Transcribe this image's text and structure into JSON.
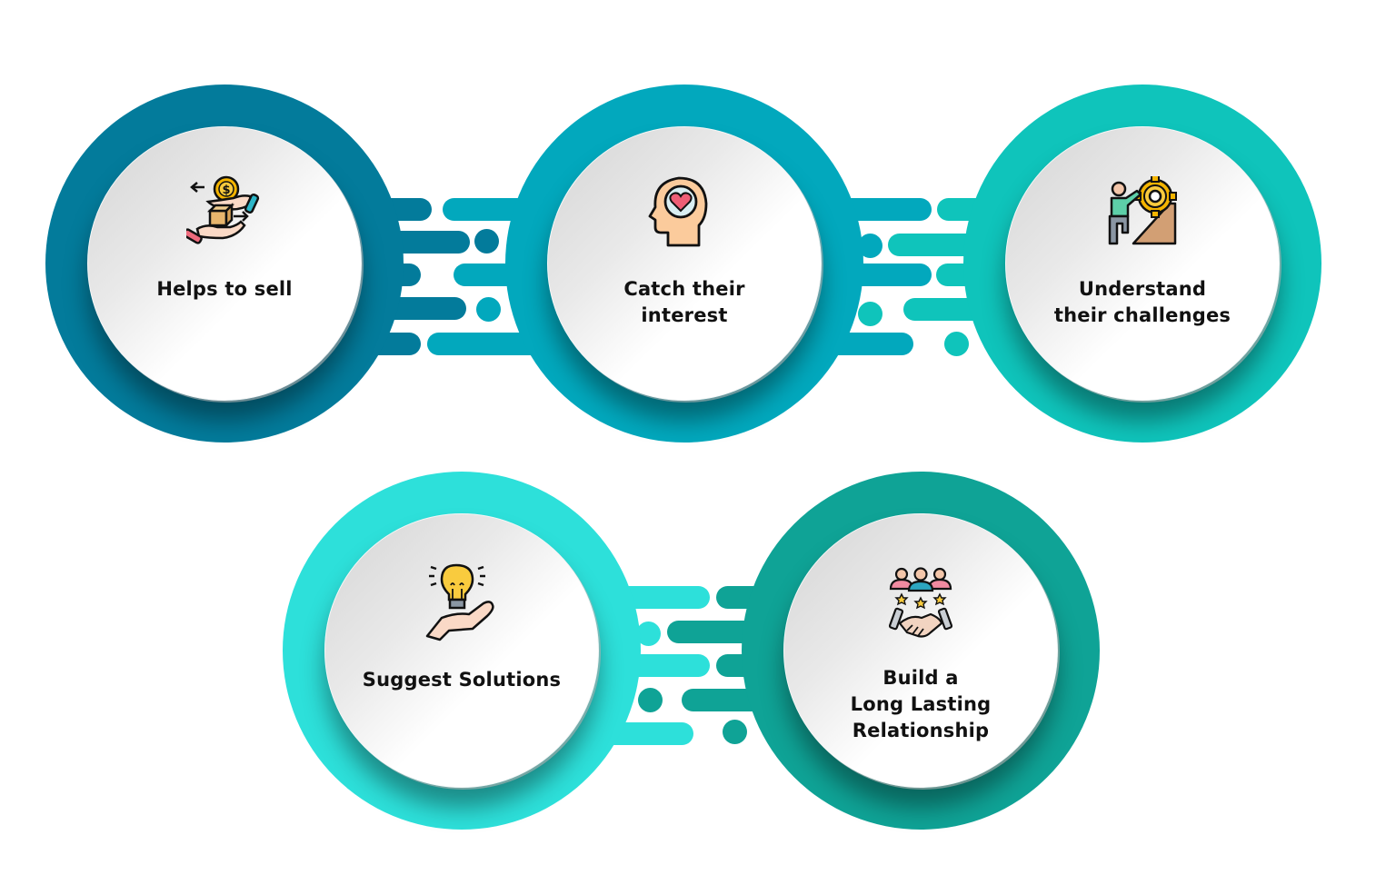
{
  "diagram": {
    "type": "process-circles",
    "colors": {
      "step1": "#037B9B",
      "step2": "#02A8BD",
      "step3": "#0FC4BB",
      "step4": "#2DE0DA",
      "step5": "#0FA396",
      "label": "#111111",
      "background": "#FFFFFF"
    },
    "steps": [
      {
        "label": "Helps to sell",
        "icon": "hands-exchange-money-box-icon"
      },
      {
        "label": "Catch their\ninterest",
        "icon": "head-heart-icon"
      },
      {
        "label": "Understand\ntheir challenges",
        "icon": "climber-gear-icon"
      },
      {
        "label": "Suggest Solutions",
        "icon": "lightbulb-hand-icon"
      },
      {
        "label": "Build a\nLong Lasting\nRelationship",
        "icon": "team-handshake-stars-icon"
      }
    ],
    "connections": [
      {
        "from": 1,
        "to": 2
      },
      {
        "from": 2,
        "to": 3
      },
      {
        "from": 4,
        "to": 5
      }
    ]
  }
}
